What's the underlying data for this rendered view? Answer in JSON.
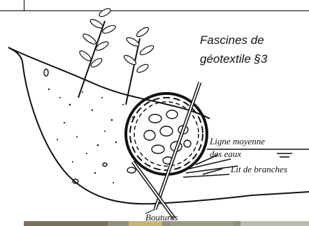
{
  "caption": {
    "line1": "Fascines de",
    "line2": "géotextile §3"
  },
  "labels": {
    "water_level_line1": "Ligne moyenne",
    "water_level_line2": "des eaux",
    "branch_bed": "Lit de branches",
    "cuttings": "Boutures"
  }
}
